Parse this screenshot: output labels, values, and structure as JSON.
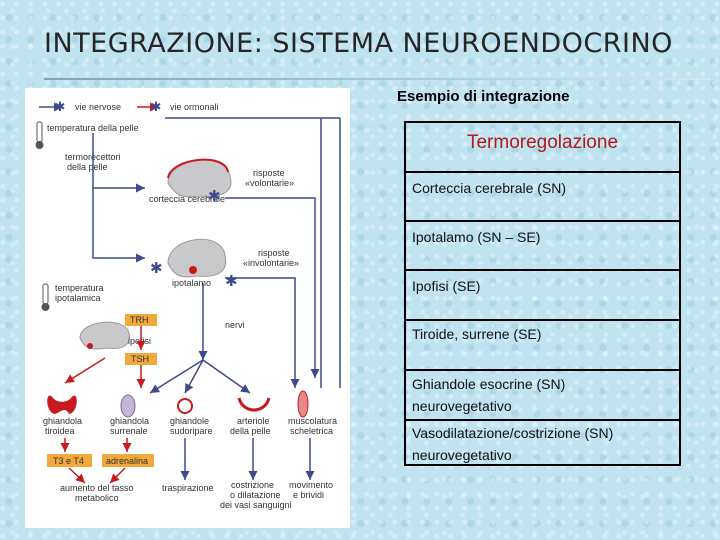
{
  "slide": {
    "title": "INTEGRAZIONE: SISTEMA NEUROENDOCRINO"
  },
  "figure": {
    "legend_nervous": "vie nervose",
    "legend_hormonal": "vie ormonali",
    "skin_temperature": "temperatura della pelle",
    "skin_thermoreceptors": [
      "termorecettori",
      "della pelle"
    ],
    "cerebral_cortex": "corteccia cerebrale",
    "voluntary_responses": [
      "risposte",
      "«volontarie»"
    ],
    "involuntary_responses": [
      "risposte",
      "«involontarie»"
    ],
    "hypothalamus": "ipotalamo",
    "hypothalamic_temperature": [
      "temperatura",
      "ipotalamica"
    ],
    "trh": "TRH",
    "pituitary": [
      "ipofisi"
    ],
    "tsh": "TSH",
    "nerves": "nervi",
    "thyroid_gland": [
      "ghiandola",
      "tiroidea"
    ],
    "adrenal_gland": [
      "ghiandola",
      "surrenale"
    ],
    "sweat_glands": [
      "ghiandole",
      "sudoripare"
    ],
    "skin_arterioles": [
      "arteriole",
      "della pelle"
    ],
    "skeletal_muscles": [
      "muscolatura",
      "scheletrica"
    ],
    "t3_t4": "T3 e T4",
    "adrenaline": "adrenalina",
    "metabolic_rate": [
      "aumento del tasso",
      "metabolico"
    ],
    "sweating": "traspirazione",
    "vasoconstriction": [
      "costrizione",
      "o dilatazione",
      "dei vasi sanguigni"
    ],
    "movement_shivers": [
      "movimento",
      "e brividi"
    ],
    "colors": {
      "nervous": "#3f4a8c",
      "hormonal": "#c8191f",
      "gland_box": "#f2a93b"
    }
  },
  "example": {
    "heading": "Esempio di integrazione",
    "table_header": "Termoregolazione",
    "rows": [
      [
        "Corteccia cerebrale (SN)"
      ],
      [
        "Ipotalamo (SN – SE)"
      ],
      [
        "Ipofisi (SE)"
      ],
      [
        "Tiroide, surrene (SE)"
      ],
      [
        "Ghiandole esocrine (SN)",
        "neurovegetativo"
      ],
      [
        "Vasodilatazione/costrizione (SN)",
        "neurovegetativo"
      ]
    ],
    "colors": {
      "header_text": "#b01a1a"
    }
  }
}
